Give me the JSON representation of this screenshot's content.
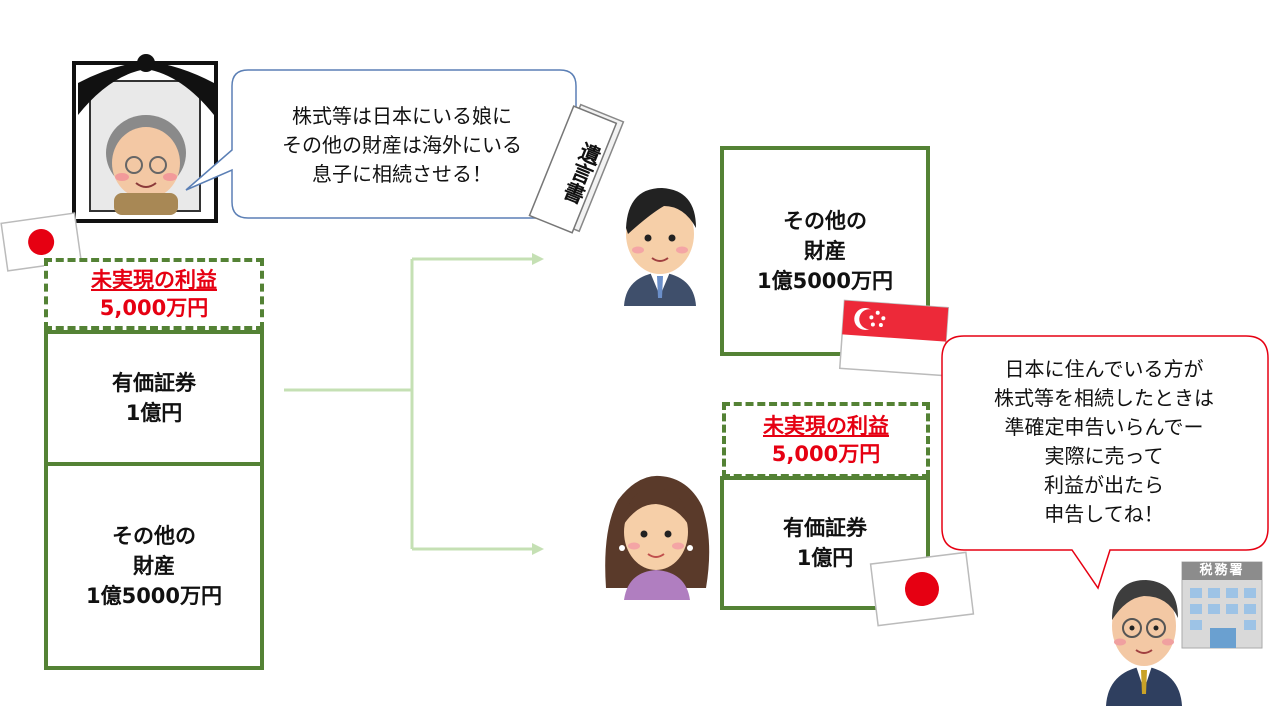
{
  "left": {
    "unrealized_title": "未実現の利益",
    "unrealized_amount": "5,000万円",
    "securities": "有価証券\n1億円",
    "other_assets": "その他の\n財産\n1億5000万円"
  },
  "father_bubble": "株式等は日本にいる娘に\nその他の財産は海外にいる\n息子に相続させる！",
  "will_label": "遺言書",
  "son_box": "その他の\n財産\n1億5000万円",
  "daughter": {
    "unrealized_title": "未実現の利益",
    "unrealized_amount": "5,000万円",
    "securities": "有価証券\n1億円"
  },
  "tax_bubble": "日本に住んでいる方が\n株式等を相続したときは\n準確定申告いらんでー\n実際に売って\n利益が出たら\n申告してね！",
  "tax_office_label": "税務署",
  "colors": {
    "border_green": "#548235",
    "arrow_green": "#c5e0b4",
    "red": "#e60012",
    "bubble_left_border": "#5b7fb5",
    "bubble_right_border": "#e60012"
  }
}
